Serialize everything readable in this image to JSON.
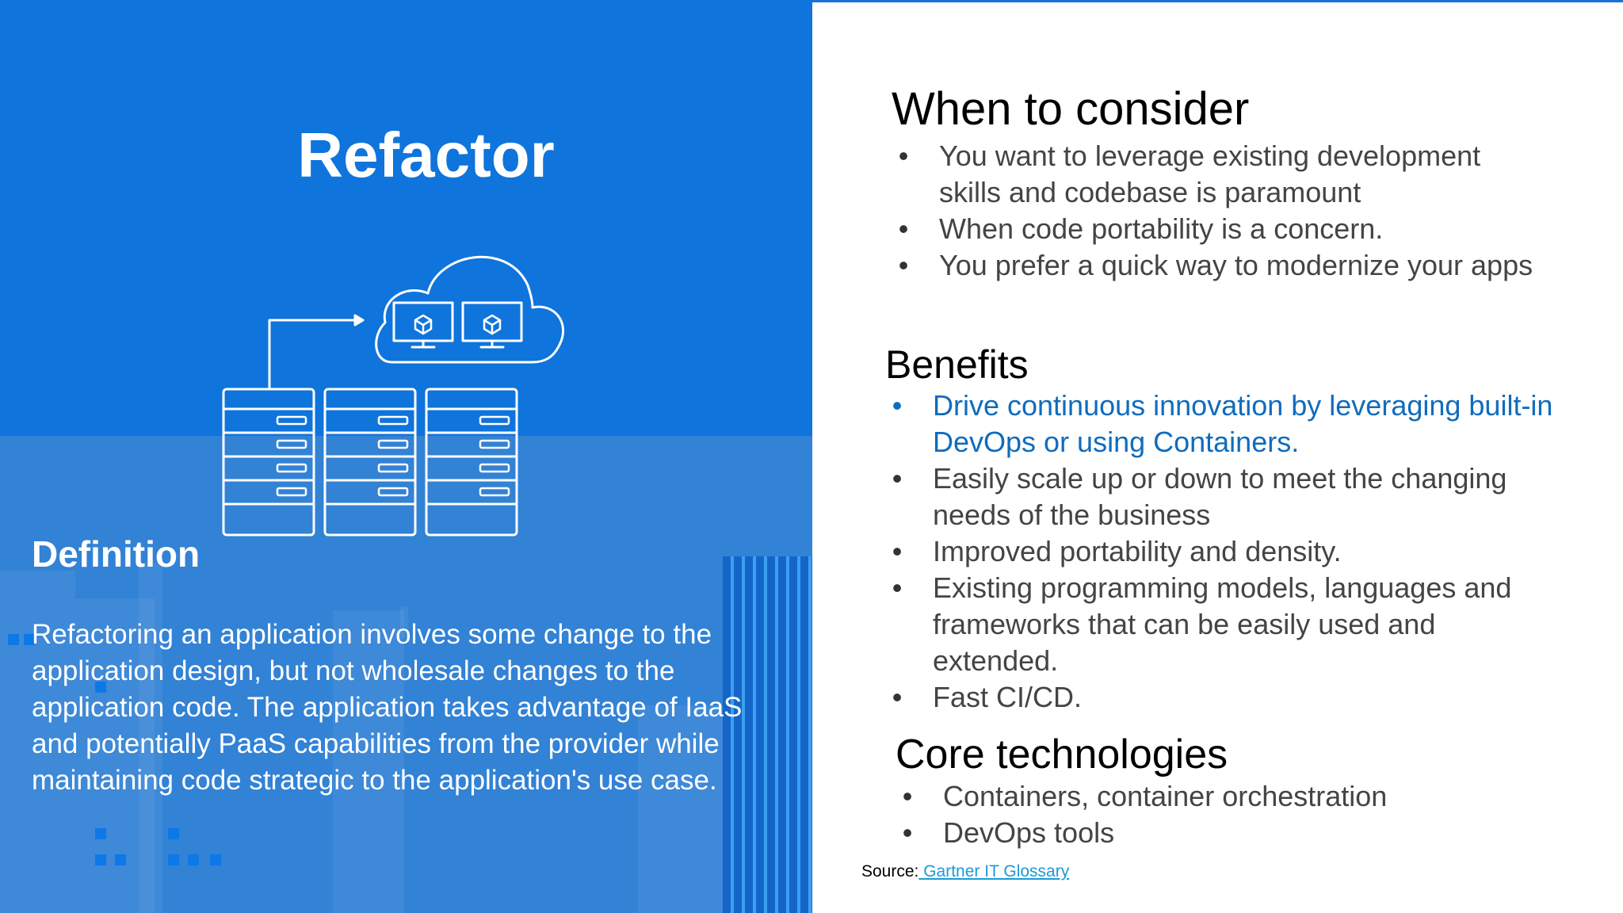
{
  "left": {
    "title": "Refactor",
    "definition_heading": "Definition",
    "definition_text": "Refactoring an application involves some change to the application design, but not wholesale changes to the application code. The application takes advantage of IaaS and potentially PaaS capabilities from the provider while maintaining code strategic to the application's use case.",
    "illustration_icons": [
      "cloud-icon",
      "monitor-icon",
      "server-rack-icon",
      "arrow-icon"
    ]
  },
  "right": {
    "when": {
      "heading": "When to consider",
      "items": [
        "You want to leverage existing development skills and codebase is paramount",
        "When code portability is a concern.",
        "You prefer a quick way to modernize your apps"
      ]
    },
    "benefits": {
      "heading": "Benefits",
      "items": [
        "Drive continuous innovation by leveraging built-in DevOps or using Containers.",
        "Easily scale up or down to meet the changing needs of the business",
        "Improved portability and density.",
        "Existing programming models,  languages and frameworks  that can be easily used and extended.",
        "Fast CI/CD."
      ]
    },
    "core": {
      "heading": "Core technologies",
      "items": [
        "Containers, container orchestration",
        "DevOps tools"
      ]
    },
    "source": {
      "label": "Source:",
      "link": " Gartner IT Glossary"
    },
    "bullet_glyph": "•"
  },
  "colors": {
    "left_top": "#0f74dc",
    "left_bottom": "#3282d6",
    "highlight": "#0f6cbd",
    "body_text": "#444444",
    "link": "#1a9ad8"
  }
}
